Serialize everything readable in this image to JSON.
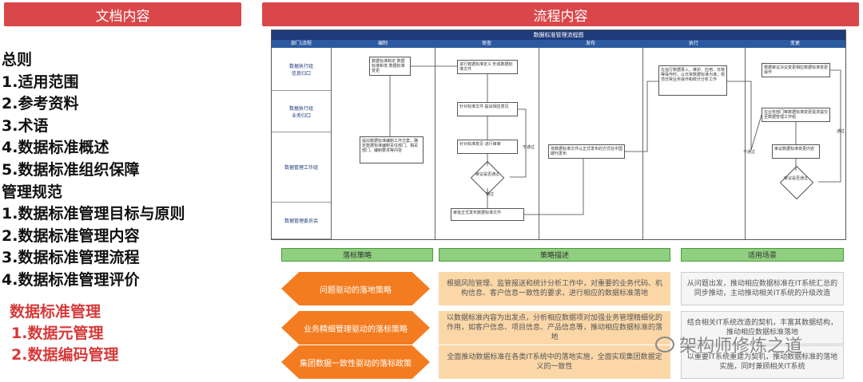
{
  "headers": {
    "left": "文档内容",
    "right": "流程内容"
  },
  "toc": [
    "总则",
    "1.适用范围",
    "2.参考资料",
    "3.术语",
    "4.数据标准概述",
    "5.数据标准组织保障",
    "管理规范",
    "1.数据标准管理目标与原则",
    "2.数据标准管理内容",
    "3.数据标准管理流程",
    "4.数据标准管理评价"
  ],
  "toc_red": [
    "数据标准管理",
    "1.数据元管理",
    "2.数据编码管理"
  ],
  "flow": {
    "title": "数据标准管理流程图",
    "cols": [
      "部门\\流程",
      "编制",
      "审查",
      "发布",
      "执行",
      "变更"
    ],
    "rows": [
      "数据执行组\n信息归口",
      "数据执行组\n业务归口",
      "数据管理工作组",
      "数据管理委员会"
    ],
    "boxes": {
      "b1": "数据标准制定\n数据标准新增\n数据标准变更",
      "b2": "提出数据标准编制工作方案，确定数据标准编制责任部门、相关部门、编制要求等内容",
      "b3": "进行数据标准定义\n形成数据标准文件",
      "b4": "针对标准文件\n提出相应意见",
      "b5": "针对标准意见\n进行审审",
      "b6": "审议是否通过",
      "b7": "审批正式发布数据标准文件",
      "b8": "将数据标准文件以正式发布的方式在中国期刊发布",
      "b9": "在运行数据录入、维护、应用、日常等操作时，以日常数据标准为准，规范日常业务操作和统计分析工作",
      "b10": "根据审议决议变更相应数据标准变更操作",
      "b11": "在业务部门等数据标准变更需求提交至数据管理工作组",
      "b12": "审议数据标准变更内容",
      "b13": "审议是否通过"
    },
    "labels": {
      "pass": "通过",
      "fail": "不通过",
      "fail2": "不通过",
      "pass2": "通过"
    }
  },
  "strategy": {
    "headers": [
      "落标策略",
      "策略描述",
      "适用场景"
    ],
    "rows": [
      {
        "name": "问题驱动的落地策略",
        "desc": "根据风险管理、监管报送和统计分析工作中，对重要的业务代码、机构信息、客户信息一致性的要求，进行相应的数据标准落地",
        "scene": "从问题出发，推动相应数据标准在IT系统汇总的同步推动，主动推动相关IT系统的升级改造"
      },
      {
        "name": "业务精细管理驱动的落标策略",
        "desc": "以数据标准内容为出发点，分析相应数据项对加强业务管理精细化的作用，如客户信息、项目信息、产品信息等，推动相应数据标准的落地",
        "scene": "结合相关IT系统改造的契机，丰富其数据结构，推动相应数据标准落地"
      },
      {
        "name": "集团数据一致性驱动的落标政策",
        "desc": "全面推动数据标准在各类IT系统中的落地实施，全面实现集团数据定义的一致性",
        "scene": "以重要IT系统重建为契机，推动数据标准的落地实施，同时兼顾相关IT系统"
      }
    ]
  },
  "watermark": "架构师修炼之道"
}
